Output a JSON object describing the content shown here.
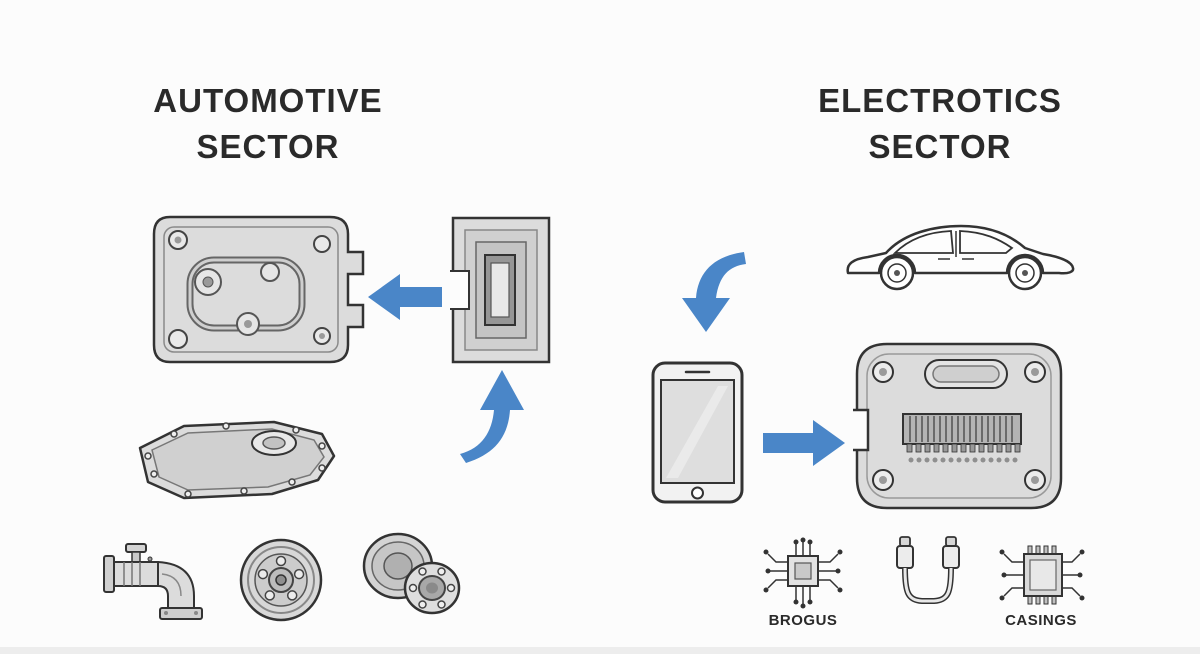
{
  "sections": {
    "automotive": {
      "title_line1": "AUTOMOTIVE",
      "title_line2": "SECTOR"
    },
    "electronics": {
      "title_line1": "ELECTROTICS",
      "title_line2": "SECTOR"
    }
  },
  "labels": {
    "chip": "BROGUS",
    "casings": "CASINGS"
  },
  "colors": {
    "arrow": "#4a86c8",
    "ink": "#2a2a2a",
    "part_fill": "#dcdcdc",
    "background": "#fcfcfc"
  }
}
